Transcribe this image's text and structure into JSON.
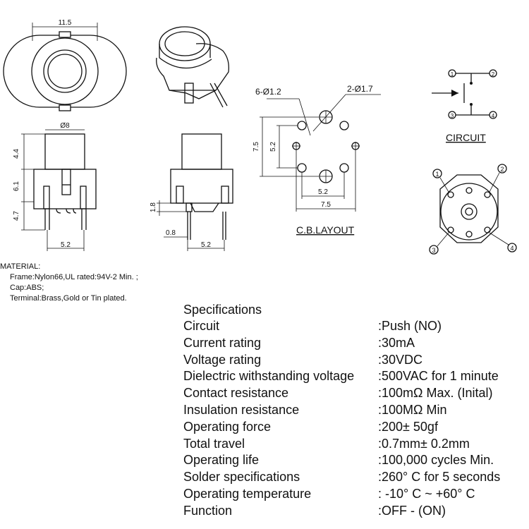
{
  "drawing": {
    "top_view": {
      "width_label": "11.5"
    },
    "front_view": {
      "cap_diameter_label": "Ø8",
      "height_labels": [
        "4.4",
        "6.1",
        "4.7"
      ],
      "pin_spacing_label": "5.2"
    },
    "side_view": {
      "labels": [
        "1.8",
        "0.8",
        "5.2"
      ]
    },
    "pcb_layout": {
      "hole_small_label": "6-Ø1.2",
      "hole_large_label": "2-Ø1.7",
      "vertical_labels": [
        "7.5",
        "5.2"
      ],
      "horizontal_labels": [
        "5.2",
        "7.5"
      ],
      "caption": "C.B.LAYOUT"
    },
    "circuit": {
      "caption": "CIRCUIT",
      "pins": [
        "1",
        "2",
        "3",
        "4"
      ]
    },
    "bottom_view": {
      "pins": [
        "1",
        "2",
        "3",
        "4"
      ]
    }
  },
  "material": {
    "heading": "MATERIAL:",
    "lines": [
      "Frame:Nylon66,UL rated:94V-2 Min. ;",
      "Cap:ABS;",
      "Terminal:Brass,Gold or Tin plated."
    ]
  },
  "specifications": {
    "title": "Specifications",
    "rows": [
      {
        "key": "Circuit",
        "value": ":Push (NO)"
      },
      {
        "key": "Current rating",
        "value": ":30mA"
      },
      {
        "key": "Voltage rating",
        "value": ":30VDC"
      },
      {
        "key": "Dielectric withstanding voltage",
        "value": ":500VAC for 1 minute"
      },
      {
        "key": "Contact resistance",
        "value": ":100mΩ   Max. (Inital)"
      },
      {
        "key": "Insulation resistance",
        "value": ":100MΩ   Min"
      },
      {
        "key": "Operating force",
        "value": ":200± 50gf"
      },
      {
        "key": "Total travel",
        "value": ":0.7mm± 0.2mm"
      },
      {
        "key": "Operating life",
        "value": ":100,000 cycles Min."
      },
      {
        "key": "Solder specifications",
        "value": ":260° C for 5 seconds"
      },
      {
        "key": "Operating temperature",
        "value": ": -10° C ~ +60° C"
      },
      {
        "key": "Function",
        "value": ":OFF - (ON)"
      }
    ]
  }
}
